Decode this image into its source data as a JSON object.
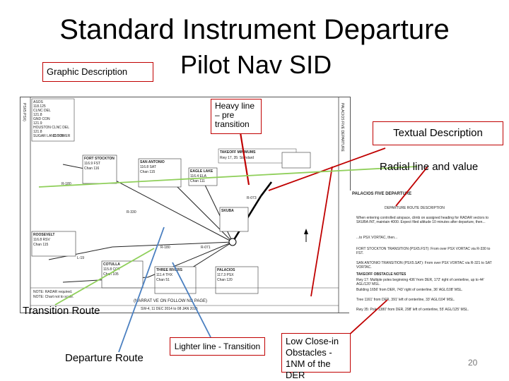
{
  "title": {
    "line1": "Standard Instrument Departure",
    "line2": "Pilot Nav SID"
  },
  "callouts": {
    "graphic_description": "Graphic Description",
    "heavy_line": "Heavy line – pre transition",
    "textual_description": "Textual Description",
    "radial_line": "Radial line and value",
    "transition_route": "Transition Route",
    "departure_route": "Departure Route",
    "lighter_line": "Lighter line - Transition",
    "low_close_in": "Low Close-in Obstacles - 1NM of the DER"
  },
  "page_number": "20",
  "chart": {
    "left_margin": "PSX5 PSX)",
    "right_margin": "PALACIOS FIVE DEPARTURE",
    "note_radar": "NOTE: RADAR required.",
    "note_chart": "NOTE: Chart not to scale.",
    "narrative_note": "(NARRAT VE ON FOLLOW NG PAGE)",
    "freq_lines": [
      "ASOS",
      "118.125",
      "CLNC DEL",
      "121.8",
      "GND CON",
      "121.9",
      "HOUSTON CLNC DEL",
      "121.8",
      "SUGAR LAND TOWER",
      "118.05"
    ],
    "takeoff_minimums": "TAKEOFF MINIMUMS",
    "takeoff_text": "Rwy 17, 35: Standard",
    "fixes": [
      {
        "name": "FORT STOCKTON",
        "freq": "116.9 FST",
        "chan": "Chan 116"
      },
      {
        "name": "SAN ANTONIO",
        "freq": "116.8 SAT",
        "chan": "Chan 115"
      },
      {
        "name": "EAGLE LAKE",
        "freq": "116.4 ELA",
        "chan": "Chan 111"
      },
      {
        "name": "PALACIOS",
        "freq": "117.3 PSX",
        "chan": "Chan 120"
      },
      {
        "name": "ROOSEVELT",
        "freq": "116.8 RSV",
        "chan": "Chan 115"
      },
      {
        "name": "COTULLA",
        "freq": "115.8 COT",
        "chan": "Chan 105"
      },
      {
        "name": "THREE RIVERS",
        "freq": "111.4 THX",
        "chan": "Chan 51"
      },
      {
        "name": "SKUBA",
        "freq": "",
        "chan": ""
      }
    ],
    "route_labels": [
      "R-180",
      "R-180",
      "R-330",
      "L-19",
      "R-071",
      "R-073"
    ],
    "footer": "SW-4, 11 DEC 2014 to 08 JAN 2015"
  },
  "text_panel": {
    "header": "PALACIOS FIVE DEPARTURE",
    "section_title": "DEPARTURE ROUTE DESCRIPTION",
    "para1": "When entering controlled airspace, climb on assigned heading for RADAR vectors to SKUBA INT, maintain 4000. Expect filed altitude 10 minutes after departure, then...",
    "para2": "...to PSX VORTAC, then...",
    "transitions": [
      "FORT STOCKTON TRANSITION (PSX5.FST): From over PSX VORTAC via R-330 to FST.",
      "SAN ANTONIO TRANSITION (PSX5.SAT): From over PSX VORTAC via R-321 to SAT VORTAC.",
      "TAKEOFF OBSTACLE NOTES"
    ],
    "obstacles": [
      "Rwy 17: Multiple poles beginning 436' from DER, 172' right of centerline, up to 44' AGL/120' MSL.",
      "Building 1656' from DER, 743' right of centerline, 36' AGL/108' MSL.",
      "Tree 1161' from DER, 391' left of centerline, 33' AGL/104' MSL.",
      "Rwy 35: Pole 1380' from DER, 298' left of centerline, 55' AGL/125' MSL."
    ]
  }
}
